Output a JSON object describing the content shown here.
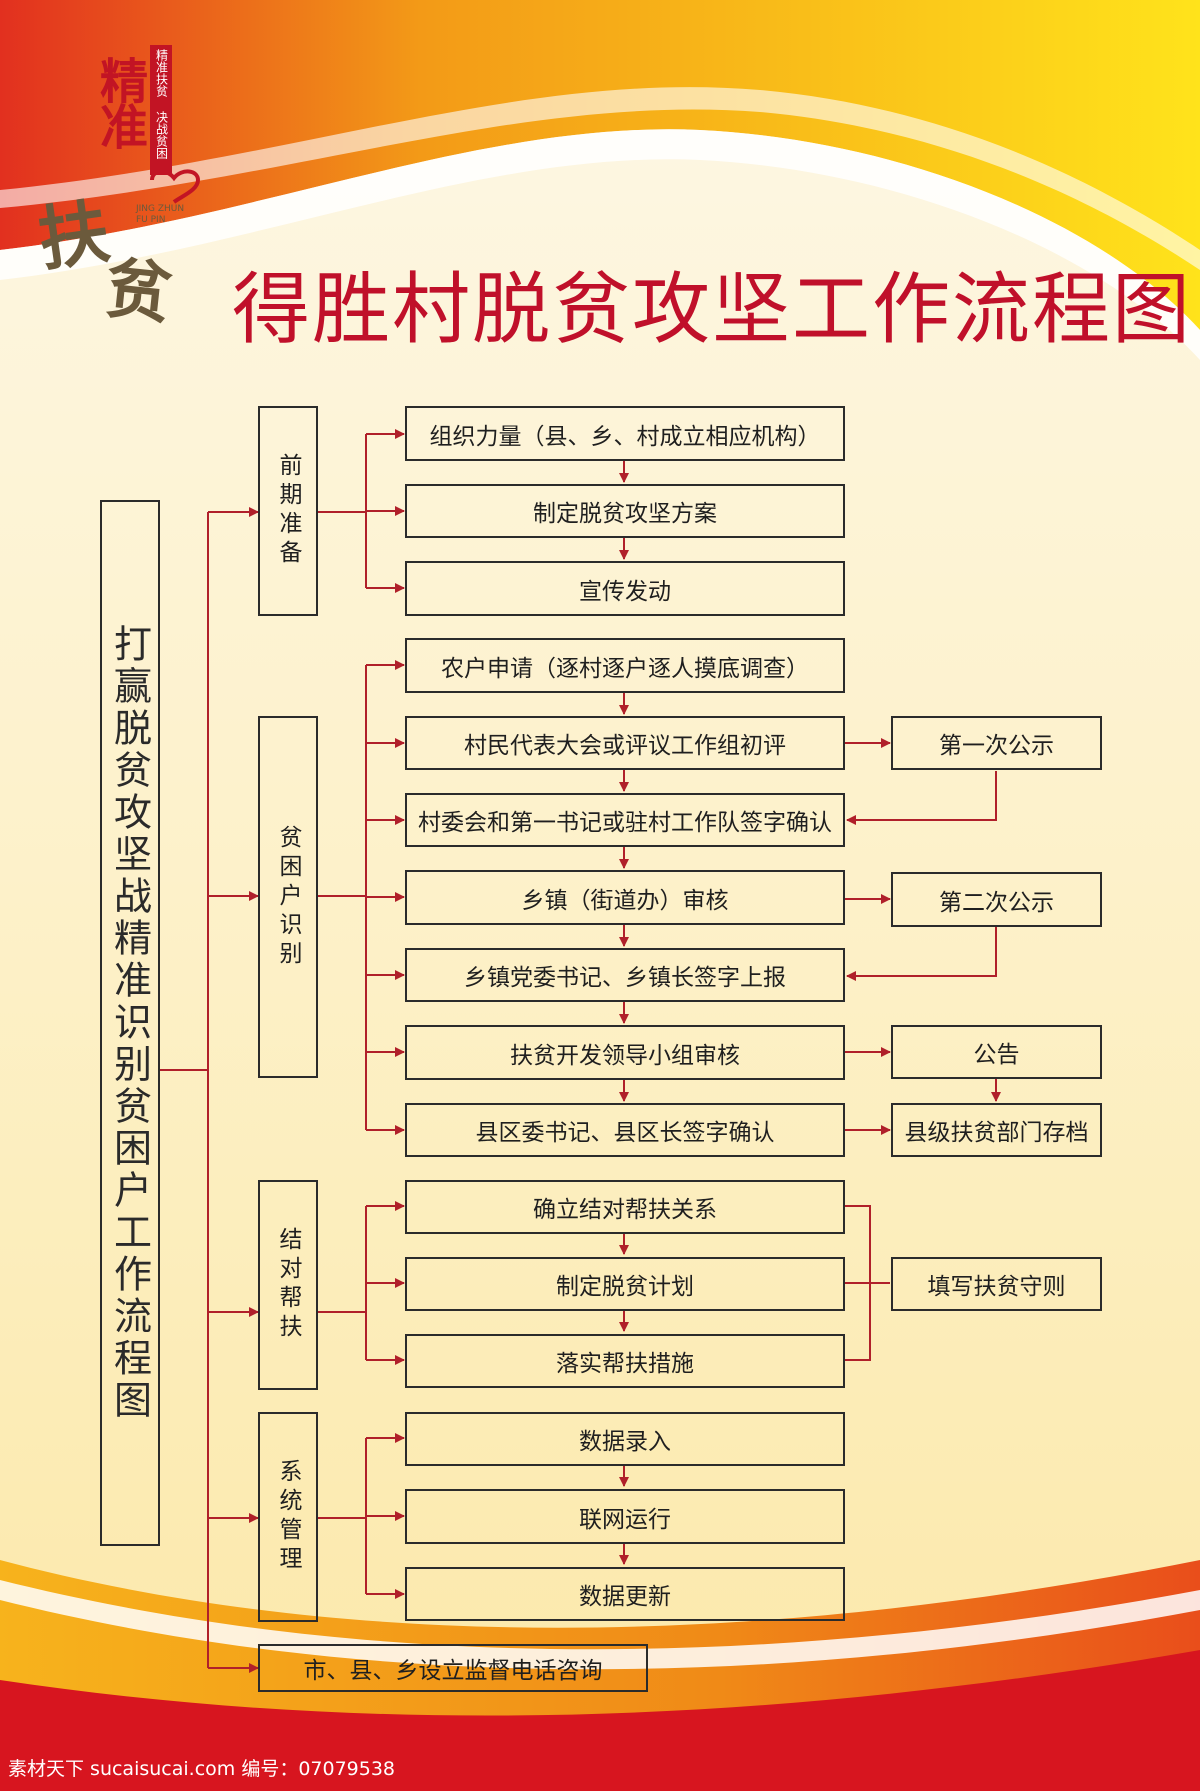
{
  "title": "得胜村脱贫攻坚工作流程图",
  "logo": {
    "line1": "精准",
    "char_fu": "扶",
    "char_pin": "贫",
    "tag": "精准扶贫 决战贫困",
    "pinyin_1": "JING ZHUN",
    "pinyin_2": "FU PIN"
  },
  "root": "打赢脱贫攻坚战精准识别贫困户工作流程图",
  "sections": {
    "prep": {
      "label": "前期准备",
      "steps": [
        "组织力量（县、乡、村成立相应机构）",
        "制定脱贫攻坚方案",
        "宣传发动"
      ]
    },
    "identify": {
      "label": "贫困户识别",
      "steps": [
        "农户申请（逐村逐户逐人摸底调查）",
        "村民代表大会或评议工作组初评",
        "村委会和第一书记或驻村工作队签字确认",
        "乡镇（街道办）审核",
        "乡镇党委书记、乡镇长签字上报",
        "扶贫开发领导小组审核",
        "县区委书记、县区长签字确认"
      ],
      "side": [
        "第一次公示",
        "第二次公示",
        "公告",
        "县级扶贫部门存档"
      ]
    },
    "pair": {
      "label": "结对帮扶",
      "steps": [
        "确立结对帮扶关系",
        "制定脱贫计划",
        "落实帮扶措施"
      ],
      "side": "填写扶贫守则"
    },
    "system": {
      "label": "系统管理",
      "steps": [
        "数据录入",
        "联网运行",
        "数据更新"
      ]
    },
    "supervise": "市、县、乡设立监督电话咨询"
  },
  "watermark": "素材天下 sucaisucai.com  编号：07079538",
  "colors": {
    "title": "#c0102a",
    "line": "#b0202a",
    "border": "#2b2b2b",
    "bg_top": "#f5a51a",
    "bg_red": "#d7151f"
  }
}
